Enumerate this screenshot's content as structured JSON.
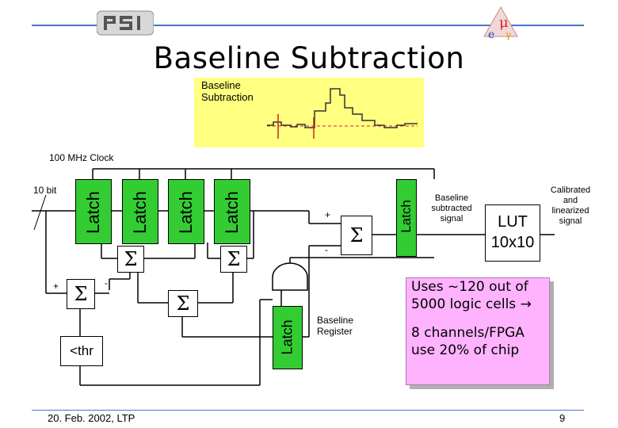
{
  "title": "Baseline Subtraction",
  "inset_label_1": "Baseline",
  "inset_label_2": "Subtraction",
  "clock_label": "100 MHz Clock",
  "bit_label": "10 bit",
  "latch_label": "Latch",
  "sigma": "Σ",
  "plus": "+",
  "minus": "-",
  "thr_label": "<thr",
  "baseline_register_1": "Baseline",
  "baseline_register_2": "Register",
  "subtracted_1": "Baseline",
  "subtracted_2": "subtracted",
  "subtracted_3": "signal",
  "lut_1": "LUT",
  "lut_2": "10x10",
  "calibrated_1": "Calibrated",
  "calibrated_2": "and",
  "calibrated_3": "linearized",
  "calibrated_4": "signal",
  "note_line_1": "Uses ~120 out of",
  "note_line_2": "5000 logic cells →",
  "note_line_3": "8 channels/FPGA",
  "note_line_4": "use 20% of chip",
  "footer_date": "20. Feb. 2002, LTP",
  "page_number": "9",
  "colors": {
    "latch": "#33cc33",
    "inset": "#ffff80",
    "note": "#ffb3ff",
    "rule": "#4a73c9"
  }
}
